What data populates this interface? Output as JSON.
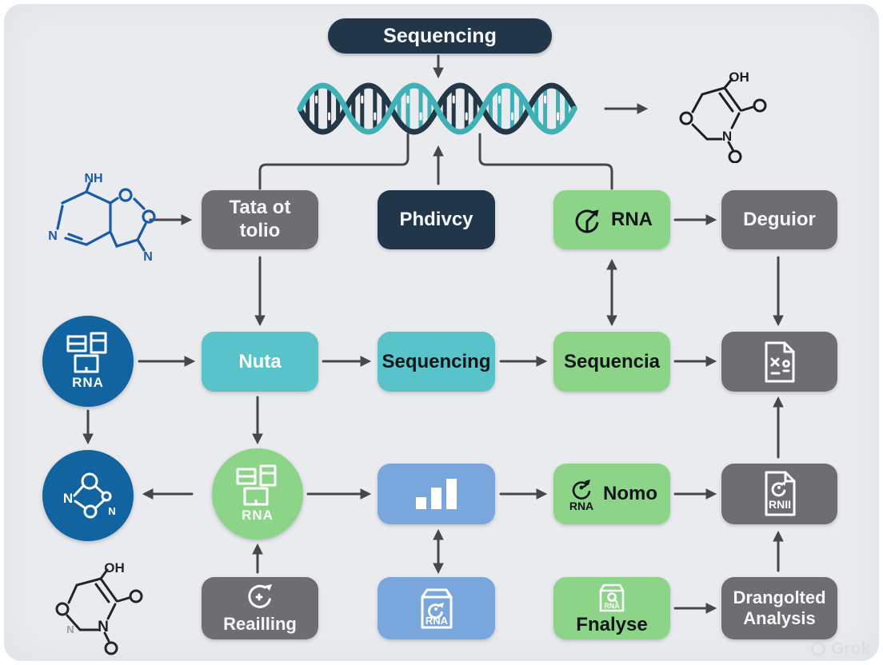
{
  "title": "Sequencing",
  "watermark": "Grok",
  "colors": {
    "background": "#e9ebee",
    "navy": "#223649",
    "gray": "#6e6e72",
    "green": "#8cd487",
    "teal": "#58c3c9",
    "blue": "#79a6dc",
    "circle_blue": "#1264a0",
    "arrow": "#45474a",
    "dna_navy": "#243746",
    "dna_teal": "#3fb1b6",
    "chem_blue": "#1b5aa6"
  },
  "nodes": {
    "tata": {
      "line1": "Tata ot",
      "line2": "tolio"
    },
    "phdivcy": {
      "label": "Phdivcy"
    },
    "rna_pie": {
      "label": "RNA"
    },
    "deguior": {
      "label": "Deguior"
    },
    "nuta": {
      "label": "Nuta"
    },
    "sequencing": {
      "label": "Sequencing"
    },
    "sequencia": {
      "label": "Sequencia"
    },
    "nomo": {
      "label": "Nomo",
      "icon_caption": "RNA"
    },
    "rnii": {
      "icon_caption": "RNII"
    },
    "reailling": {
      "label": "Reailling"
    },
    "rna_package": {
      "icon_caption": "RNA"
    },
    "fnalyse": {
      "label": "Fnalyse",
      "icon_caption": "RNA"
    },
    "drangolted": {
      "line1": "Drangolted",
      "line2": "Analysis"
    },
    "blue_circle": {
      "label": "RNA"
    },
    "green_circle": {
      "label": "RNA"
    },
    "molecule_circle": {
      "n_left": "N",
      "n_right": "N"
    }
  },
  "chemistry": {
    "left_blue": {
      "nh": "NH",
      "o_top": "O",
      "o_right": "O",
      "n_ring": "N",
      "n_sub": "N"
    },
    "top_right": {
      "oh": "OH",
      "o_ring": "O",
      "o_right": "O",
      "n": "N",
      "o_bottom": "O"
    },
    "bottom_left": {
      "oh": "OH",
      "o_ring": "O",
      "o_right": "O",
      "n": "N",
      "o_bottom": "O",
      "n_faint": "N"
    }
  },
  "icons": {
    "dna": "dna-helix",
    "rna_pie": "pie-arrow-icon",
    "blue_circle": "modules-icon",
    "green_circle": "modules-icon",
    "molecule": "molecule-icon",
    "bar_chart": "bar-chart-icon",
    "spreadsheet": "spreadsheet-file-icon",
    "nomo": "cycle-icon",
    "rnii": "document-cycle-icon",
    "reailling": "refresh-sparkle-icon",
    "rna_package": "package-cycle-icon",
    "fnalyse": "package-icon"
  }
}
